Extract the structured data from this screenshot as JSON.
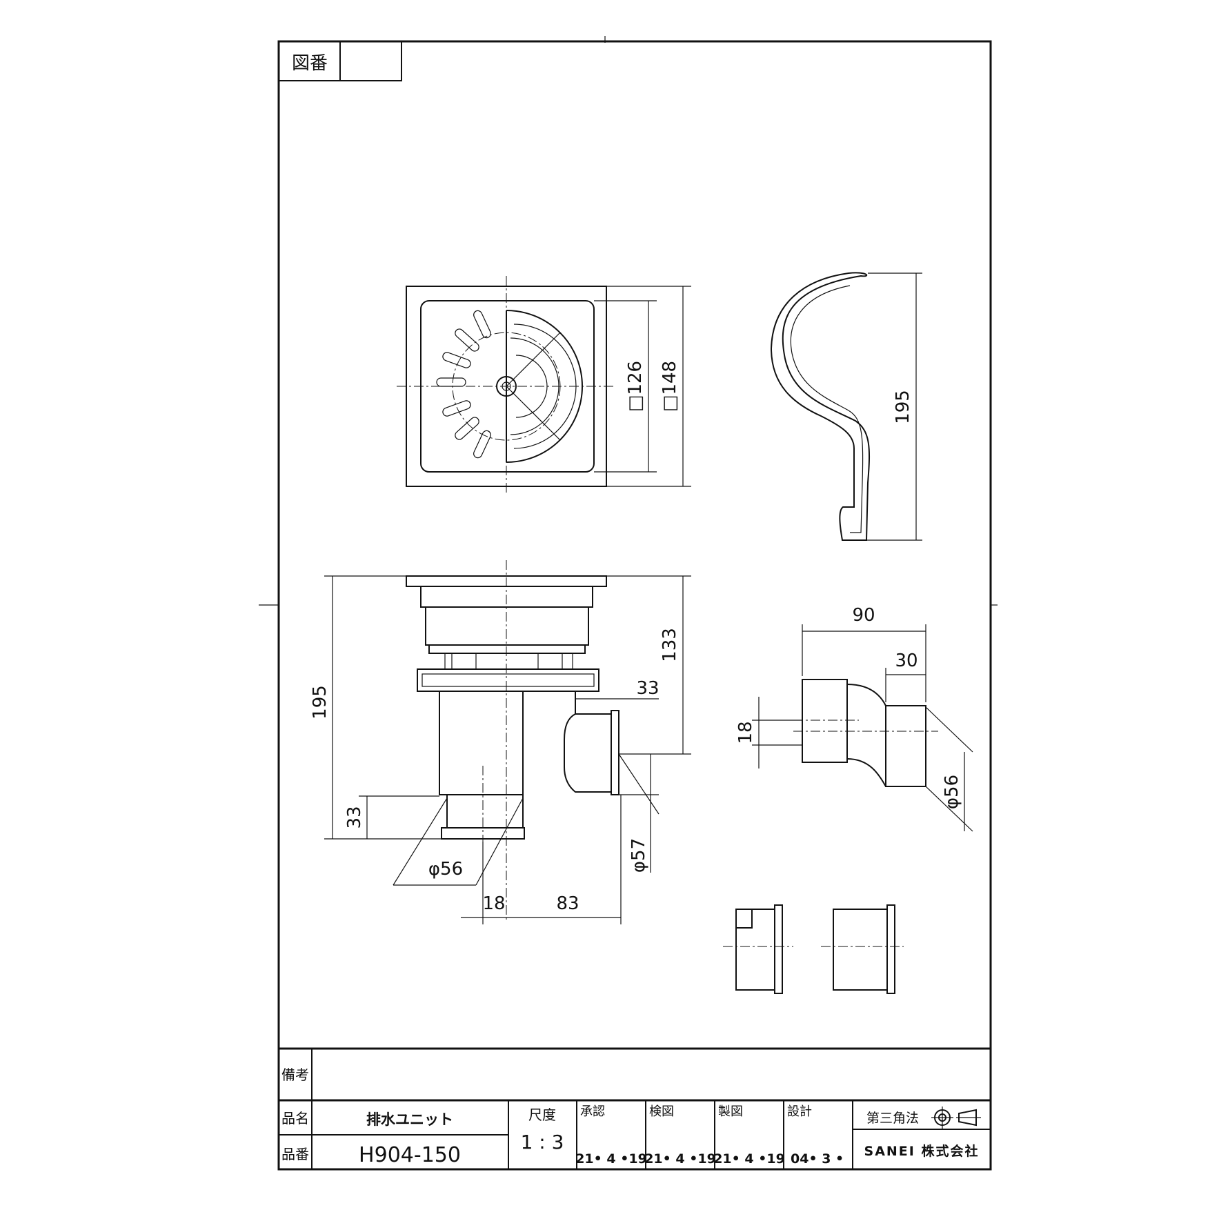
{
  "sheet": {
    "drawing_number_label": "図番",
    "drawing_number_value": ""
  },
  "dimensions": {
    "top_view_inner": "□126",
    "top_view_outer": "□148",
    "handle_height": "195",
    "side_total_height": "195",
    "side_upper_height": "133",
    "side_outlet_offset": "33",
    "side_bottom_height": "33",
    "side_bottom_diameter": "φ56",
    "side_outlet_diameter": "φ57",
    "side_offset_18": "18",
    "side_offset_83": "83",
    "elbow_width": "90",
    "elbow_end": "30",
    "elbow_offset": "18",
    "elbow_diameter": "φ56"
  },
  "title_block": {
    "remarks_label": "備考",
    "remarks_value": "",
    "name_label": "品名",
    "name_value": "排水ユニット",
    "number_label": "品番",
    "number_value": "H904-150",
    "scale_label": "尺度",
    "scale_value": "1 : 3",
    "approved_label": "承認",
    "approved_date": "21• 4 •19",
    "checked_label": "検図",
    "checked_date": "21• 4 •19",
    "drawn_label": "製図",
    "drawn_date": "21• 4 •19",
    "design_label": "設計",
    "design_date": "04• 3 •",
    "projection_label": "第三角法",
    "company": "SANEI 株式会社"
  }
}
